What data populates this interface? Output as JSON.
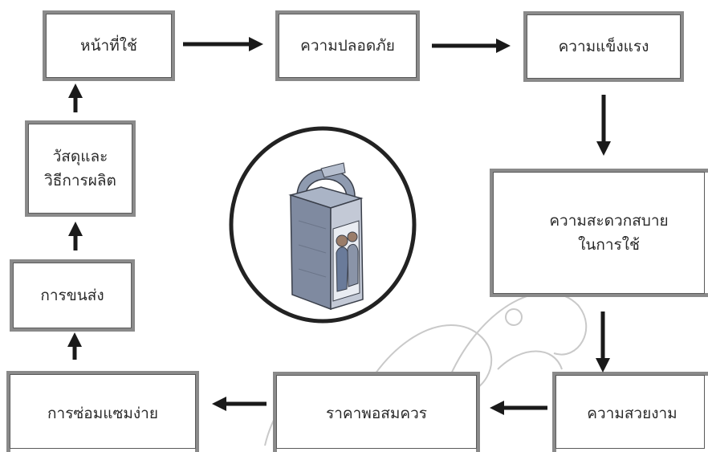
{
  "nodes": {
    "function": "หน้าที่ใช้",
    "safety": "ความปลอดภัย",
    "strength": "ความแข็งแรง",
    "convenience_line1": "ความสะดวกสบาย",
    "convenience_line2": "ในการใช้",
    "beauty": "ความสวยงาม",
    "price": "ราคาพอสมควร",
    "repair": "การซ่อมแซมง่าย",
    "transport": "การขนส่ง",
    "material_line1": "วัสดุและ",
    "material_line2": "วิธีการผลิต"
  },
  "center_image": {
    "description_icon": "gift-bag-icon",
    "circle_color": "#222222"
  },
  "colors": {
    "border": "#8a8a8a",
    "arrow": "#1a1a1a"
  }
}
